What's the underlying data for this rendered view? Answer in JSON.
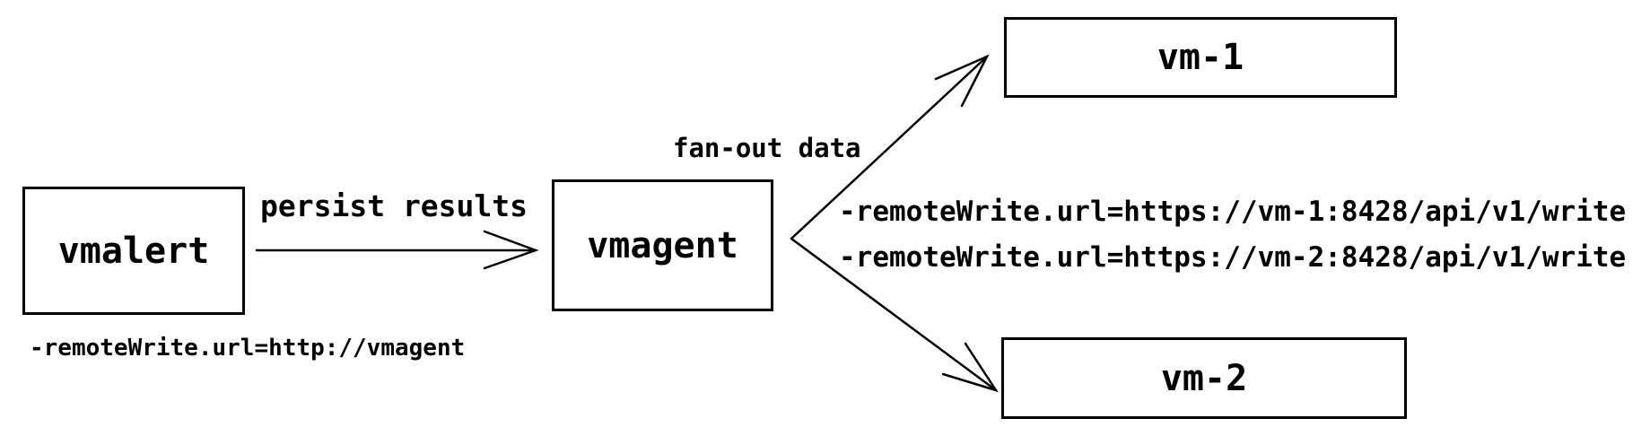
{
  "diagram": {
    "background": "#ffffff",
    "stroke_color": "#000000",
    "text_color": "#000000",
    "nodes": {
      "vmalert": {
        "label": "vmalert"
      },
      "vmagent": {
        "label": "vmagent"
      },
      "vm1": {
        "label": "vm-1"
      },
      "vm2": {
        "label": "vm-2"
      }
    },
    "edges": {
      "persist": {
        "label": "persist results",
        "from": "vmalert",
        "to": "vmagent"
      },
      "fanout": {
        "label": "fan-out data",
        "from": "vmagent",
        "to": "vm-1 / vm-2"
      }
    },
    "flags": {
      "vmalert_remote_write": "-remoteWrite.url=http://vmagent",
      "vmagent_remote_write_vm1": "-remoteWrite.url=https://vm-1:8428/api/v1/write",
      "vmagent_remote_write_vm2": "-remoteWrite.url=https://vm-2:8428/api/v1/write"
    }
  }
}
